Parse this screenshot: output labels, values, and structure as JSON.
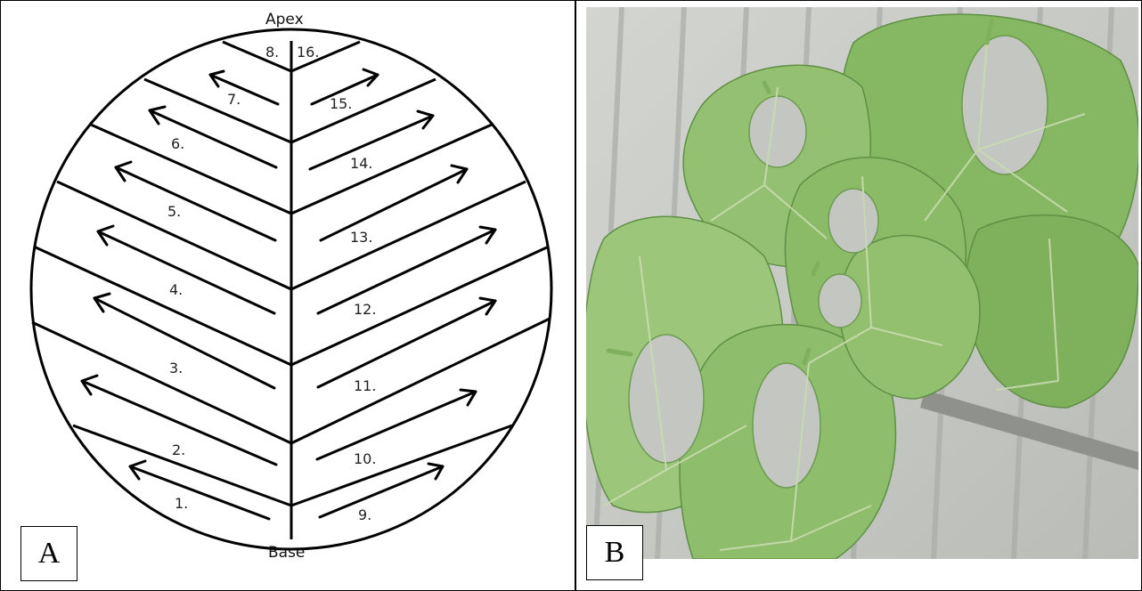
{
  "panels": {
    "a": {
      "label": "A",
      "apex_label": "Apex",
      "base_label": "Base",
      "sections": [
        "1.",
        "2.",
        "3.",
        "4.",
        "5.",
        "6.",
        "7.",
        "8.",
        "9.",
        "10.",
        "11.",
        "12.",
        "13.",
        "14.",
        "15.",
        "16."
      ]
    },
    "b": {
      "label": "B"
    }
  },
  "colors": {
    "line": "#000000",
    "photo_background": "#c9cbc6",
    "leaf_light": "#9cc77a",
    "leaf_mid": "#7fb05c",
    "leaf_dark": "#5f8f44",
    "vein": "#c9dcb0"
  }
}
